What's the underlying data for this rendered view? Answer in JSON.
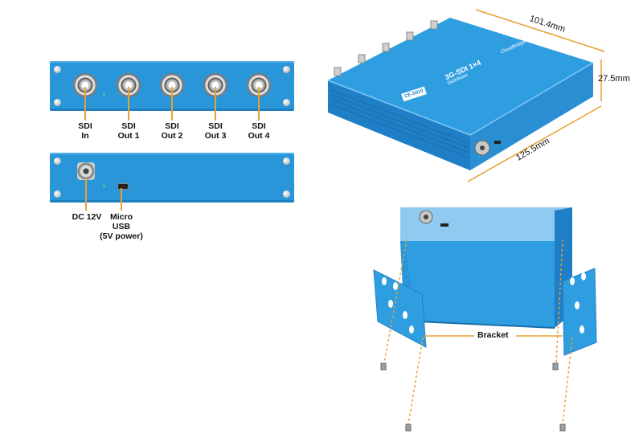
{
  "front_panel": {
    "ports": [
      {
        "line1": "SDI",
        "line2": "In"
      },
      {
        "line1": "SDI",
        "line2": "Out 1"
      },
      {
        "line1": "SDI",
        "line2": "Out 2"
      },
      {
        "line1": "SDI",
        "line2": "Out 3"
      },
      {
        "line1": "SDI",
        "line2": "Out 4"
      }
    ]
  },
  "back_panel": {
    "dc_label": "DC 12V",
    "usb_line1": "Micro",
    "usb_line2": "USB",
    "usb_line3": "(5V power)"
  },
  "device": {
    "title": "3G-SDI 1×4",
    "subtitle": "Distributor",
    "model": "CE-S010",
    "brand": "CloudBridge"
  },
  "dimensions": {
    "width": "101.4mm",
    "height": "27.5mm",
    "length": "125.5mm"
  },
  "bracket": {
    "label": "Bracket"
  },
  "colors": {
    "body": "#2a96da",
    "leader": "#e8a030"
  }
}
